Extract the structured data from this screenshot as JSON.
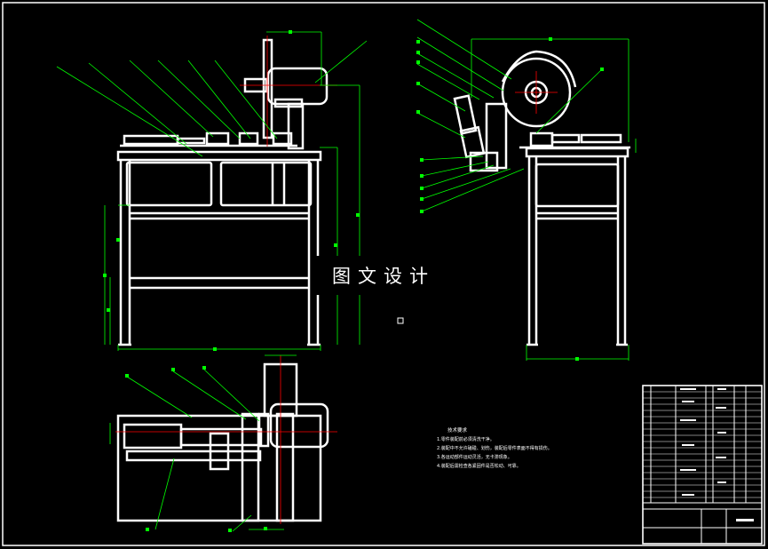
{
  "watermark": "图文设计",
  "technical_requirements": {
    "title": "技术要求",
    "items": [
      "1.零件装配前必须清洗干净。",
      "2.装配中不允许磕碰、划伤，装配后零件表面不得有损伤。",
      "3.各运动部件运动灵活，无卡滞现象。",
      "4.装配后需检查各紧固件是否松动、可靠。"
    ]
  },
  "colors": {
    "background": "#000000",
    "outline": "#ffffff",
    "dimension": "#00ff00",
    "centerline": "#ff0000"
  }
}
